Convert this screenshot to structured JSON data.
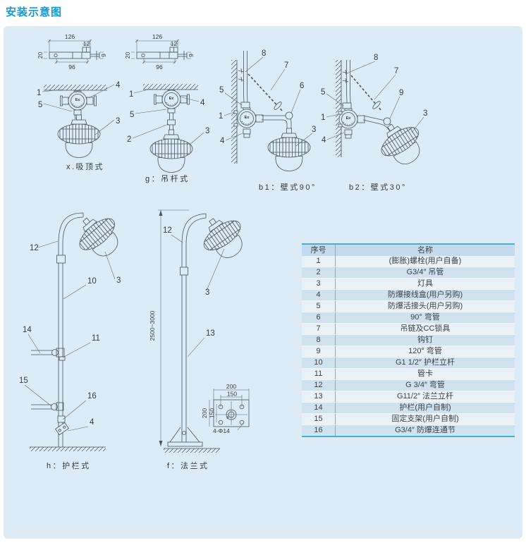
{
  "title": "安装示意图",
  "colors": {
    "accent": "#1099d5",
    "panel_bg": "#dcebf5",
    "table_accent": "#41b2d6",
    "line": "#4c545a"
  },
  "bracket": {
    "dims": {
      "width_top": "126",
      "notch": "12",
      "height": "20",
      "width_bottom": "96",
      "stud": "9"
    }
  },
  "diagrams": {
    "jbox_label": "Ex",
    "ceiling": {
      "caption": "x.吸顶式",
      "callouts": [
        "1",
        "4",
        "5",
        "3"
      ]
    },
    "rod": {
      "caption": "g：吊杆式",
      "callouts": [
        "1",
        "4",
        "5",
        "2",
        "3"
      ]
    },
    "wall90": {
      "caption": "b1：壁式90°",
      "callouts": [
        "8",
        "7",
        "5",
        "6",
        "1",
        "3",
        "4"
      ]
    },
    "wall30": {
      "caption": "b2：壁式30°",
      "callouts": [
        "8",
        "7",
        "5",
        "9",
        "1",
        "3",
        "4"
      ]
    },
    "guardrail": {
      "caption": "h：护栏式",
      "callouts": [
        "12",
        "10",
        "3",
        "14",
        "11",
        "15",
        "16",
        "4"
      ]
    },
    "flange": {
      "caption": "f：法兰式",
      "callouts": [
        "12",
        "3",
        "13"
      ],
      "pole_height": "2500~3000",
      "detail": {
        "dim_top_outer": "200",
        "dim_top_inner": "150",
        "dim_left_outer": "200",
        "dim_left_inner": "150",
        "bolt_note": "4-Φ14"
      }
    }
  },
  "table": {
    "headers": [
      "序号",
      "名称"
    ],
    "rows": [
      {
        "no": "1",
        "name": "(膨胀)螺栓(用户自备)"
      },
      {
        "no": "2",
        "name": "G3/4″ 吊管"
      },
      {
        "no": "3",
        "name": "灯具"
      },
      {
        "no": "4",
        "name": "防爆接线盒(用户另购)"
      },
      {
        "no": "5",
        "name": "防爆活接头(用户另购)"
      },
      {
        "no": "6",
        "name": "90° 弯管"
      },
      {
        "no": "7",
        "name": "吊链及CC锁具"
      },
      {
        "no": "8",
        "name": "钩钉"
      },
      {
        "no": "9",
        "name": "120° 弯管"
      },
      {
        "no": "10",
        "name": "G1 1/2″ 护栏立杆"
      },
      {
        "no": "11",
        "name": "管卡"
      },
      {
        "no": "12",
        "name": "G 3/4″ 弯管"
      },
      {
        "no": "13",
        "name": "G11/2″ 法兰立杆"
      },
      {
        "no": "14",
        "name": "护栏(用户自制)"
      },
      {
        "no": "15",
        "name": "固定支架(用户自制)"
      },
      {
        "no": "16",
        "name": "G3/4″ 防爆连通节"
      }
    ]
  }
}
